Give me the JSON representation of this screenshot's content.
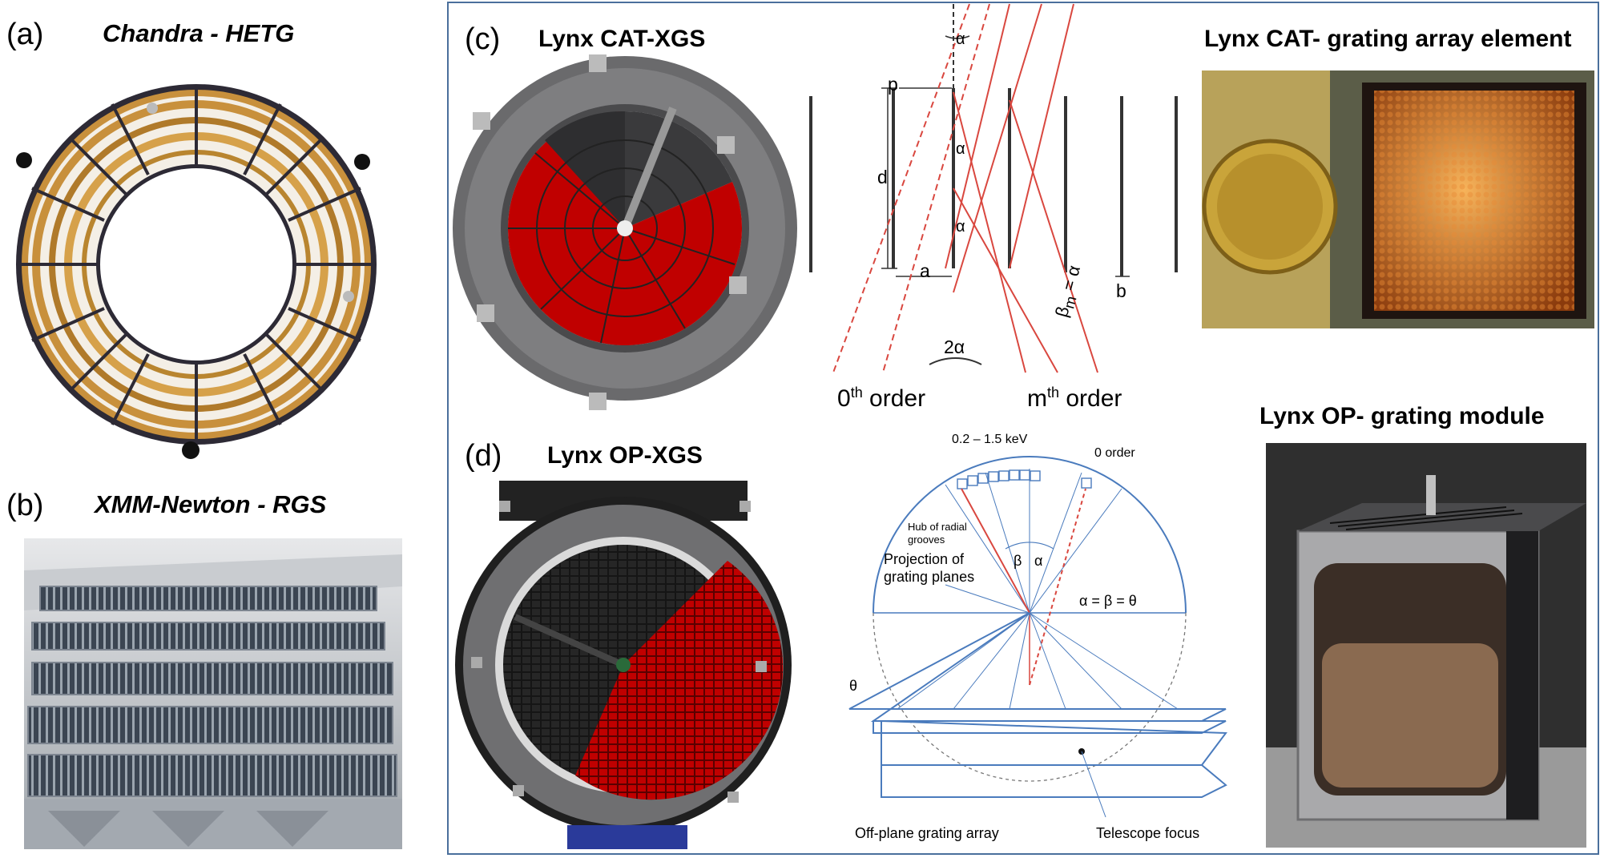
{
  "panels": {
    "a": {
      "label": "(a)",
      "title": "Chandra - HETG"
    },
    "b": {
      "label": "(b)",
      "title": "XMM-Newton - RGS"
    },
    "c": {
      "label": "(c)",
      "title": "Lynx CAT-XGS"
    },
    "d": {
      "label": "(d)",
      "title": "Lynx OP-XGS"
    }
  },
  "cat_element": {
    "title": "Lynx CAT- grating array element"
  },
  "op_module": {
    "title": "Lynx OP- grating module"
  },
  "cat_diagram": {
    "p": "p",
    "d": "d",
    "a": "a",
    "b": "b",
    "alpha": "α",
    "two_alpha": "2α",
    "beta_m": "β",
    "beta_sub": "m",
    "beta_eq": " = α",
    "zero_order_base": "0",
    "zero_order_sup": "th",
    "zero_order_word": " order",
    "m_order_base": "m",
    "m_order_sup": "th",
    "m_order_word": " order"
  },
  "op_diagram": {
    "energy": "0.2 – 1.5 keV",
    "zero_order": "0 order",
    "hub": "Hub of radial grooves",
    "hub_line1": "Hub of radial",
    "hub_line2": "grooves",
    "projection_line1": "Projection of",
    "projection_line2": "grating planes",
    "beta": "β",
    "alpha": "α",
    "equation": "α = β = θ",
    "theta": "θ",
    "array": "Off-plane grating array",
    "focus": "Telescope focus"
  },
  "colors": {
    "frame": "#4a6f9c",
    "red_ray": "#d9473f",
    "blue_line": "#4a7bbd",
    "grating_red": "#c00000"
  }
}
